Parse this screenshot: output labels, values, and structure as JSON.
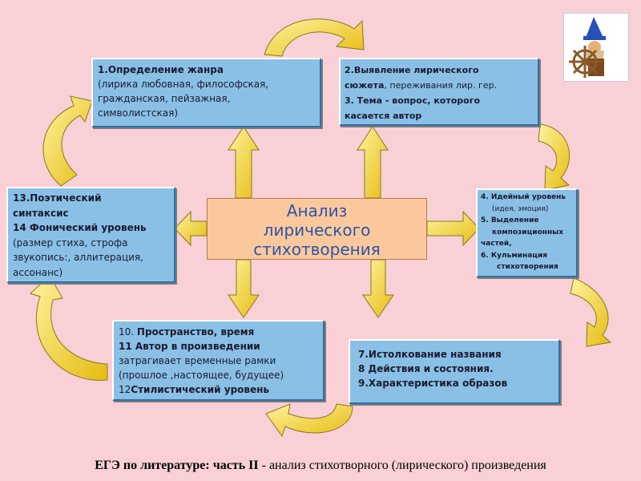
{
  "center": {
    "line1": "Анализ",
    "line2": "лирического",
    "line3": "стихотворения"
  },
  "box1": {
    "line1": "1.Определение жанра",
    "line2": "(лирика любовная, философская,",
    "line3": "гражданская, пейзажная,",
    "line4": "символистская)"
  },
  "box2": {
    "line1": "2.Выявление лирического",
    "line2a": "сюжета",
    "line2b": ", переживания лир. гер.",
    "line3": "3. Тема - вопрос, которого",
    "line4": "касается автор"
  },
  "box3": {
    "line1": "4. Идейный уровень",
    "line2": "(идея, эмоция)",
    "line3": "5. Выделение",
    "line4": "композиционных",
    "line5": "частей,",
    "line6": "6. Кульминация",
    "line7": "стихотворения"
  },
  "box4": {
    "line1": "7.Истолкование названия",
    "line2": "8 Действия и состояния.",
    "line3": "9.Характеристика образов"
  },
  "box5": {
    "line1a": "10. ",
    "line1b": "Пространство, время",
    "line2": "11 Автор в произведении",
    "line3": "затрагивает временные рамки",
    "line4": "(прошлое ,настоящее, будущее)",
    "line5a": "12",
    "line5b": "Стилистический уровень"
  },
  "box6": {
    "line1": "13.Поэтический",
    "line2": "синтаксис",
    "line3": "14 Фонический уровень",
    "line4": "(размер стиха, строфа",
    "line5": "звукопись:, аллитерация,",
    "line6": "ассонанс)"
  },
  "footer": {
    "bold": "ЕГЭ по литературе: часть II",
    "rest": " - анализ стихотворного (лирического) произведения"
  },
  "colors": {
    "background": "#f9d0d6",
    "box_fill": "#8ac0e6",
    "box_border": "#2f6fa4",
    "center_fill": "#fbc89e",
    "center_text": "#2a55a8",
    "arrow_fill": "#f2d22a",
    "arrow_stroke": "#8a7620"
  }
}
